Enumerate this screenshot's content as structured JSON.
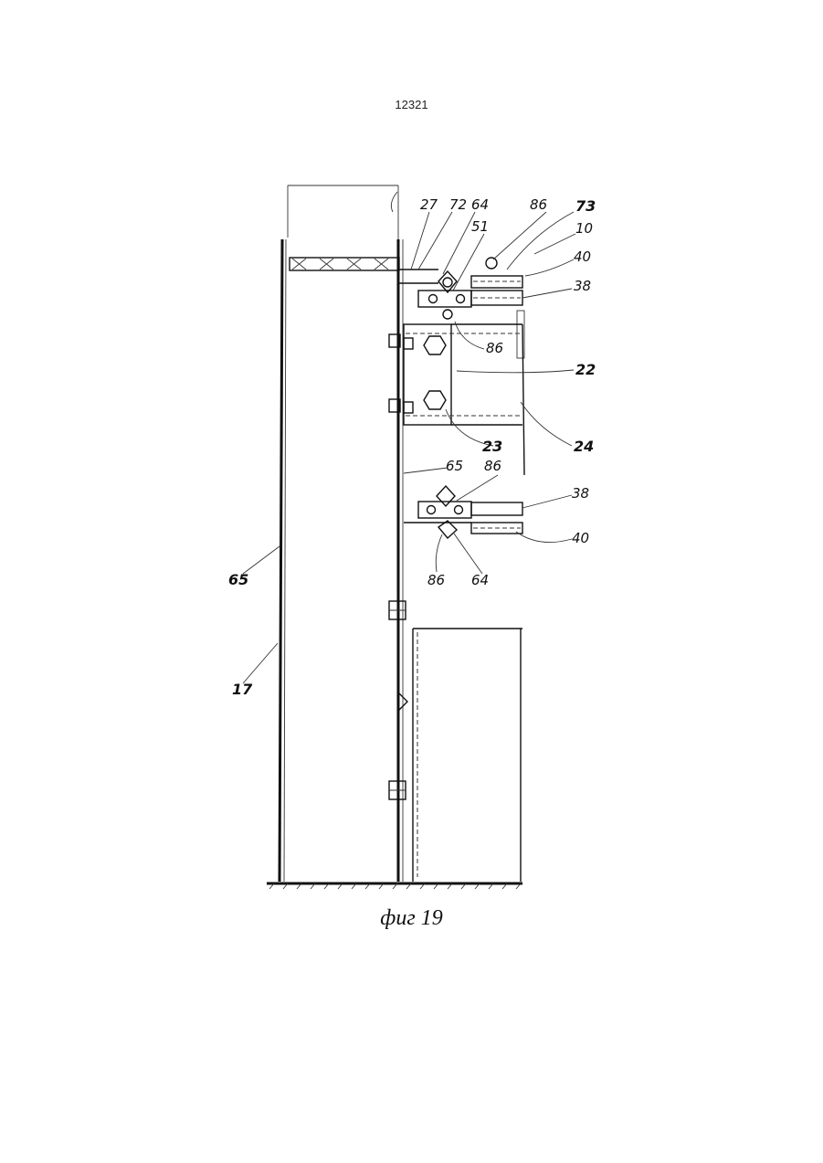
{
  "page": {
    "number": "12321"
  },
  "figure": {
    "caption": "фиг 19"
  },
  "labels": {
    "l27": "27",
    "l72": "72",
    "l64_top": "64",
    "l86_top": "86",
    "l73": "73",
    "l51": "51",
    "l10": "10",
    "l40_top": "40",
    "l38_top": "38",
    "l86_mid": "86",
    "l22": "22",
    "l24": "24",
    "l23": "23",
    "l65_mid": "65",
    "l86_low": "86",
    "l38_low": "38",
    "l40_low": "40",
    "l86_bottom": "86",
    "l64_bottom": "64",
    "l65_left": "65",
    "l17": "17"
  }
}
